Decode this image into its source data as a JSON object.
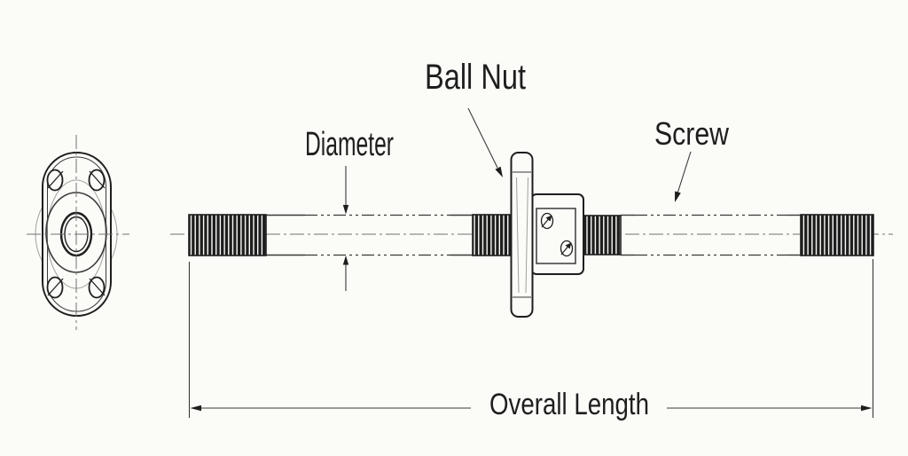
{
  "diagram": {
    "labels": {
      "ball_nut": "Ball Nut",
      "screw": "Screw",
      "diameter": "Diameter",
      "overall_length": "Overall Length"
    },
    "colors": {
      "background": "#fbfbf8",
      "line": "#1e1e1e",
      "medium": "#3a3a3a",
      "centerline": "#707070",
      "thin": "#a0a0a0"
    }
  }
}
